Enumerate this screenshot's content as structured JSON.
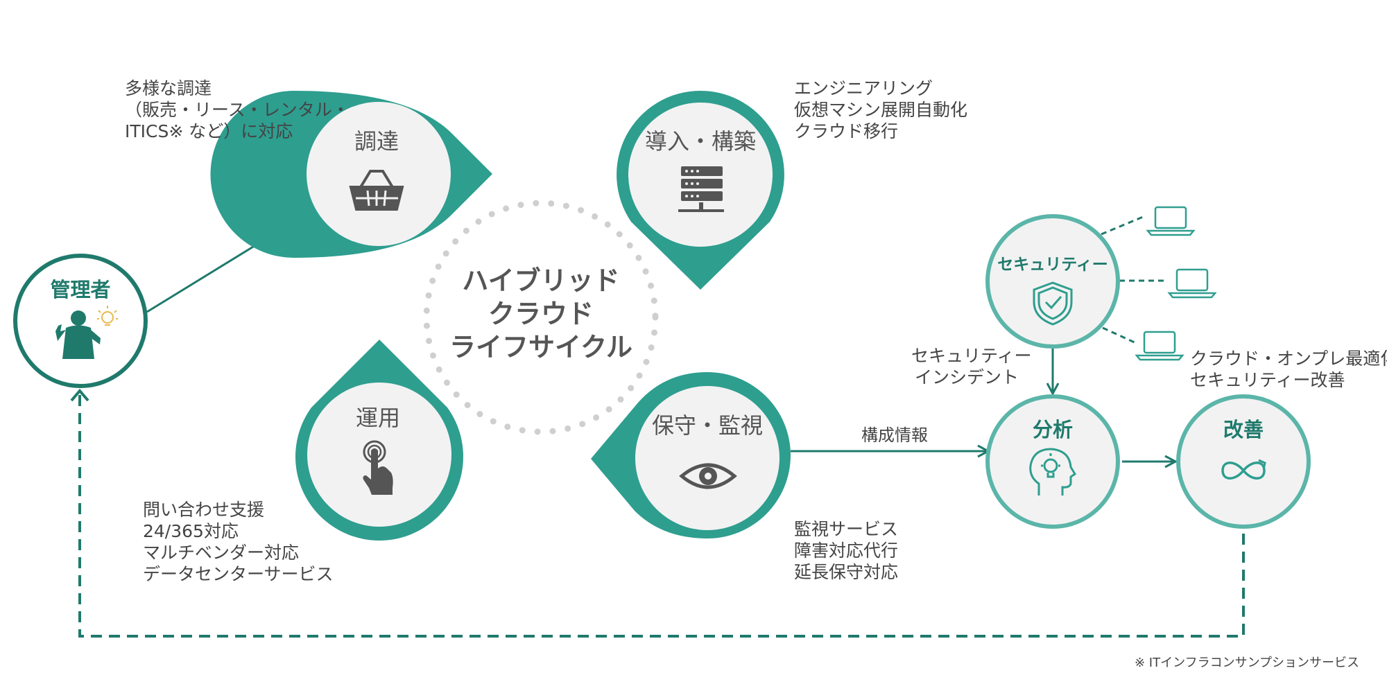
{
  "center": {
    "lines": [
      "ハイブリッド",
      "クラウド",
      "ライフサイクル"
    ]
  },
  "admin": {
    "label": "管理者"
  },
  "nodes": {
    "procure": {
      "label": "調達",
      "icon": "basket-icon"
    },
    "build": {
      "label": "導入・構築",
      "icon": "server-icon"
    },
    "operate": {
      "label": "運用",
      "icon": "touch-hand-icon"
    },
    "maintain": {
      "label": "保守・監視",
      "icon": "eye-icon"
    },
    "security": {
      "label": "セキュリティー",
      "icon": "shield-check-icon"
    },
    "analyze": {
      "label": "分析",
      "icon": "head-bulb-icon"
    },
    "improve": {
      "label": "改善",
      "icon": "infinity-icon"
    }
  },
  "descriptions": {
    "procure": [
      "多様な調達",
      "（販売・リース・レンタル・",
      "ITICS※ など）に対応"
    ],
    "build": [
      "エンジニアリング",
      "仮想マシン展開自動化",
      "クラウド移行"
    ],
    "operate": [
      "問い合わせ支援",
      "24/365対応",
      "マルチベンダー対応",
      "データセンターサービス"
    ],
    "maintain": [
      "監視サービス",
      "障害対応代行",
      "延長保守対応"
    ],
    "security_incident": [
      "セキュリティー",
      "インシデント"
    ],
    "optimize": [
      "クラウド・オンプレ最適化",
      "セキュリティー改善"
    ]
  },
  "arrow_label": "構成情報",
  "footnote": "※ ITインフラコンサンプションサービス",
  "colors": {
    "teal": "#2e9e8f",
    "teal_light": "#5bb5a9",
    "dark_teal": "#1f7a6c",
    "circle_fill": "#f2f2f2",
    "icon_gray": "#555555",
    "dots": "#c8c8c8"
  }
}
